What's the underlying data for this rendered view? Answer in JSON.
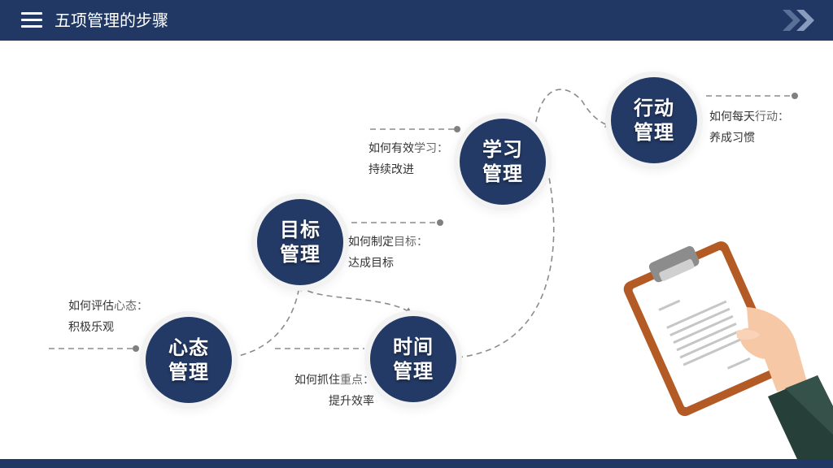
{
  "header": {
    "title": "五项管理的步骤",
    "menu_icon": "hamburger-menu-icon",
    "arrow_icon": "double-chevron-right-icon"
  },
  "colors": {
    "primary": "#213864",
    "circle": "#243a66",
    "dash": "#808080",
    "clipboard": "#b35a25"
  },
  "steps": [
    {
      "label": "心态\n管理",
      "desc_line1_a": "如何评估",
      "desc_line1_b": "心态：",
      "desc_line2": "积极乐观"
    },
    {
      "label": "目标\n管理",
      "desc_line1_a": "如何制定",
      "desc_line1_b": "目标：",
      "desc_line2": "达成目标"
    },
    {
      "label": "时间\n管理",
      "desc_line1_a": "如何抓住",
      "desc_line1_b": "重点：",
      "desc_line2": "提升效率"
    },
    {
      "label": "学习\n管理",
      "desc_line1_a": "如何有效",
      "desc_line1_b": "学习：",
      "desc_line2": "持续改进"
    },
    {
      "label": "行动\n管理",
      "desc_line1_a": "如何每天",
      "desc_line1_b": "行动：",
      "desc_line2": "养成习惯"
    }
  ],
  "illustration": "clipboard-in-hand-icon"
}
